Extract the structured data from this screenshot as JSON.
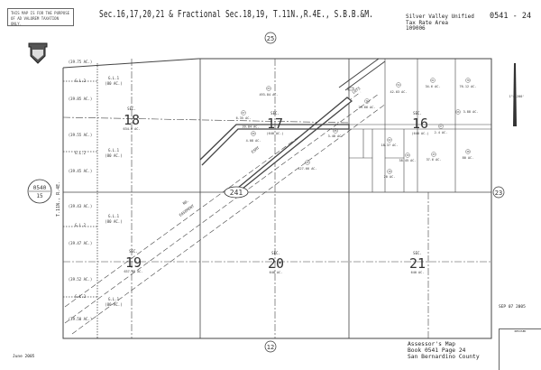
{
  "header": {
    "notice": "THIS MAP IS FOR THE PURPOSE OF AD VALOREM TAXATION ONLY.",
    "title": "Sec.16,17,20,21 & Fractional Sec.18,19, T.11N.,R.4E., S.B.B.&M.",
    "tax_rate_area": [
      "Silver Valley Unified",
      "Tax Rate Area",
      "109006"
    ],
    "book_page": "0541 - 24"
  },
  "adjoining": {
    "north": "25",
    "south": "12",
    "east": "23",
    "west_book": "0540",
    "west_page": "15",
    "center": "241"
  },
  "township": "T.11N., R.4E.",
  "scale": "1\"=1200'",
  "sections": [
    {
      "label": "SEC.",
      "number": "18",
      "area": "634.6 AC."
    },
    {
      "label": "SEC.",
      "number": "17",
      "area": "(640 AC.)"
    },
    {
      "label": "SEC.",
      "number": "16",
      "area": "(640 AC.)"
    },
    {
      "label": "SEC.",
      "number": "19",
      "area": "637.88 AC."
    },
    {
      "label": "SEC.",
      "number": "20",
      "area": "640 AC."
    },
    {
      "label": "SEC.",
      "number": "21",
      "area": "640 AC."
    }
  ],
  "lots": {
    "glo2": "G.L.2",
    "glo1": "G.L.1",
    "ac80": "(80 AC.)",
    "west_acres": [
      "(39.75 AC.)",
      "(39.85 AC.)",
      "(39.55 AC.)",
      "(39.45 AC.)",
      "(39.43 AC.)",
      "(39.47 AC.)",
      "(39.52 AC.)",
      "(39.50 AC.)"
    ]
  },
  "parcels": [
    {
      "num": "03",
      "area": "493.84 AC."
    },
    {
      "num": "07",
      "area": "6.35 AC."
    },
    {
      "num": "",
      "area": "39.84 AC."
    },
    {
      "num": "08",
      "area": "4.08 AC."
    },
    {
      "num": "04",
      "area": "127.66 AC."
    },
    {
      "num": "05",
      "area": "3.48 AC."
    },
    {
      "num": "54",
      "area": "42.03 AC."
    },
    {
      "num": "61",
      "area": "34.6 AC."
    },
    {
      "num": "70",
      "area": "76.12 AC."
    },
    {
      "num": "67",
      "area": "2.4 AC."
    },
    {
      "num": "43",
      "area": "37.6 AC."
    },
    {
      "num": "28",
      "area": "80 AC."
    },
    {
      "num": "39",
      "area": "38.45 AC."
    },
    {
      "num": "18",
      "area": "20 AC."
    },
    {
      "num": "62",
      "area": "18.37 AC."
    },
    {
      "num": "71",
      "area": "29.66 AC."
    },
    {
      "num": "66",
      "area": "3.88 AC."
    }
  ],
  "road_labels": [
    "RD.",
    "EASEMENT",
    "LOTS",
    "ESMT"
  ],
  "footer": {
    "date": "June 2005",
    "stamp": "SEP 07 2005",
    "revised": "REVISED",
    "assessor": [
      "Assessor's Map",
      "Book 0541 Page 24",
      "San Bernardino County"
    ]
  }
}
